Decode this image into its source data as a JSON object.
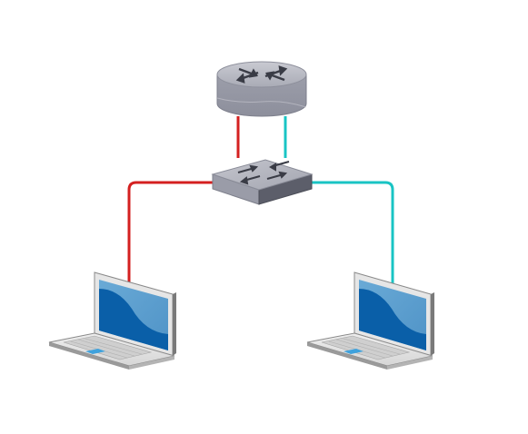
{
  "diagram": {
    "nodes": [
      {
        "id": "router",
        "kind": "router-icon"
      },
      {
        "id": "switch",
        "kind": "switch-icon"
      },
      {
        "id": "laptop-left",
        "kind": "laptop-icon"
      },
      {
        "id": "laptop-right",
        "kind": "laptop-icon"
      }
    ],
    "links": [
      {
        "from": "router",
        "to": "switch",
        "color": "#d42020"
      },
      {
        "from": "router",
        "to": "switch",
        "color": "#19c4c4"
      },
      {
        "from": "switch",
        "to": "laptop-left",
        "color": "#d42020"
      },
      {
        "from": "switch",
        "to": "laptop-right",
        "color": "#19c4c4"
      }
    ],
    "colors": {
      "red_link": "#d42020",
      "cyan_link": "#19c4c4",
      "device_body": "#9a9ca8",
      "screen_blue": "#0a5fa8"
    }
  }
}
